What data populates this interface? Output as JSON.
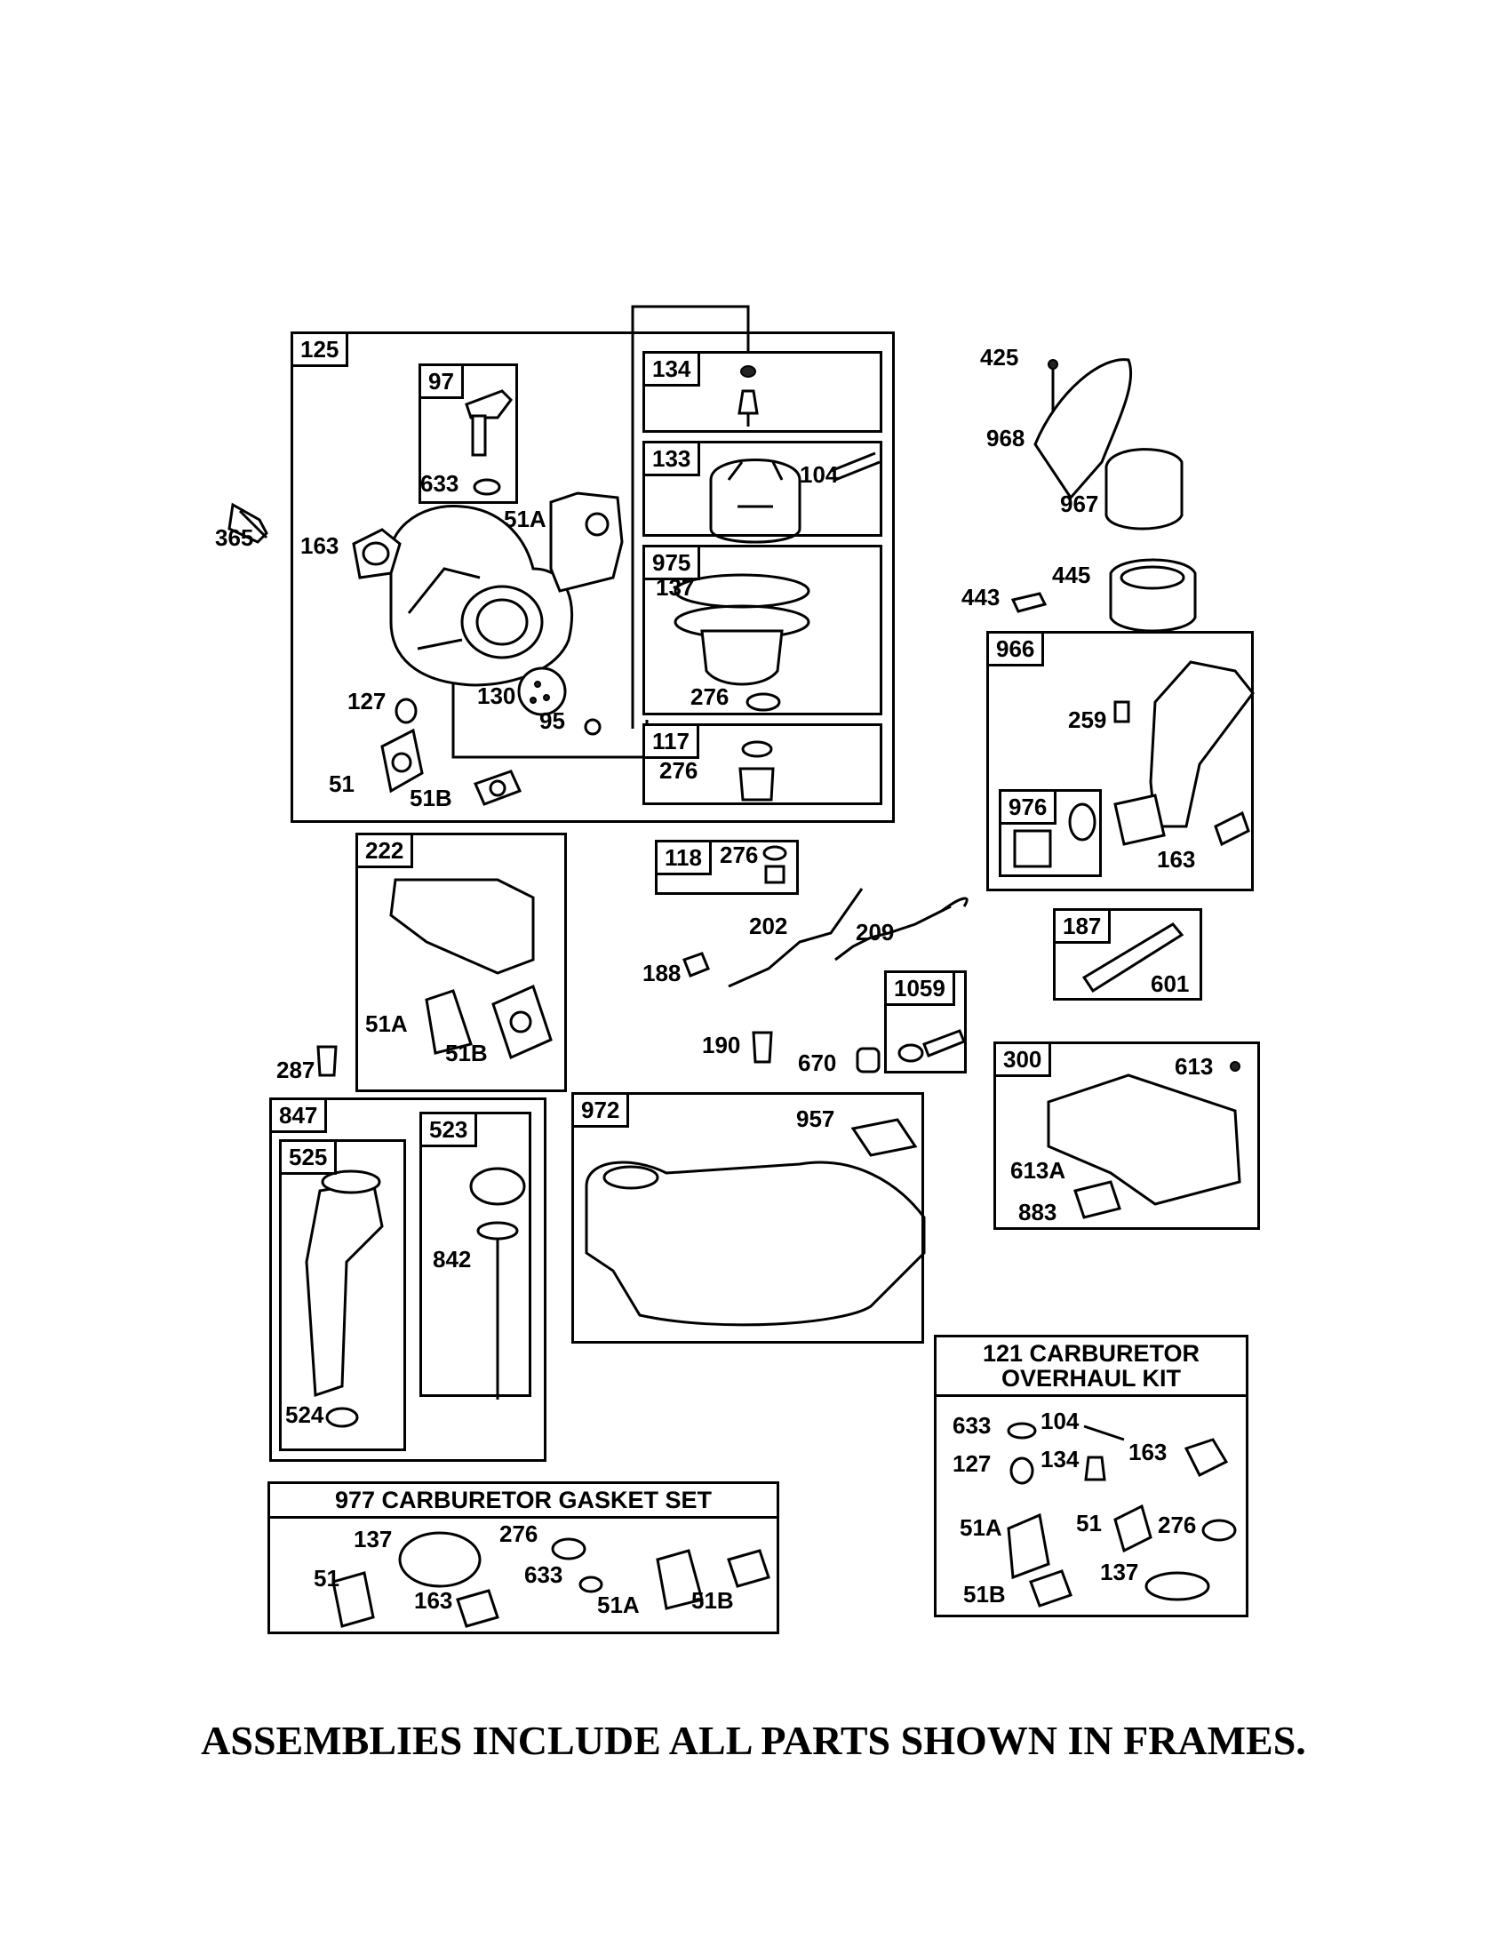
{
  "frames": {
    "f125": "125",
    "f97": "97",
    "f134": "134",
    "f133": "133",
    "f975": "975",
    "f117": "117",
    "f222": "222",
    "f118": "118",
    "f966": "966",
    "f976": "976",
    "f187": "187",
    "f1059": "1059",
    "f300": "300",
    "f847": "847",
    "f525": "525",
    "f523": "523",
    "f972": "972"
  },
  "parts": {
    "p633a": "633",
    "p51A_a": "51A",
    "p163a": "163",
    "p365": "365",
    "p127a": "127",
    "p130": "130",
    "p95": "95",
    "p51a": "51",
    "p51B_a": "51B",
    "p104a": "104",
    "p137a": "137",
    "p276a": "276",
    "p276b": "276",
    "p425": "425",
    "p968": "968",
    "p967": "967",
    "p443": "443",
    "p445": "445",
    "p259": "259",
    "p163b": "163",
    "p276c": "276",
    "p202": "202",
    "p209": "209",
    "p188": "188",
    "p190": "190",
    "p670": "670",
    "p601": "601",
    "p51A_b": "51A",
    "p51B_b": "51B",
    "p287": "287",
    "p613": "613",
    "p613A": "613A",
    "p883": "883",
    "p957": "957",
    "p842": "842",
    "p524": "524",
    "k633": "633",
    "k104": "104",
    "k127": "127",
    "k134": "134",
    "k163": "163",
    "k51A": "51A",
    "k51": "51",
    "k276": "276",
    "k51B": "51B",
    "k137": "137",
    "g137": "137",
    "g276": "276",
    "g51": "51",
    "g633": "633",
    "g163": "163",
    "g51A": "51A",
    "g51B": "51B"
  },
  "overhaul_kit": {
    "line1": "121 CARBURETOR",
    "line2": "OVERHAUL KIT"
  },
  "gasket_set": {
    "title": "977 CARBURETOR  GASKET SET"
  },
  "footer": "ASSEMBLIES INCLUDE ALL PARTS SHOWN IN FRAMES."
}
